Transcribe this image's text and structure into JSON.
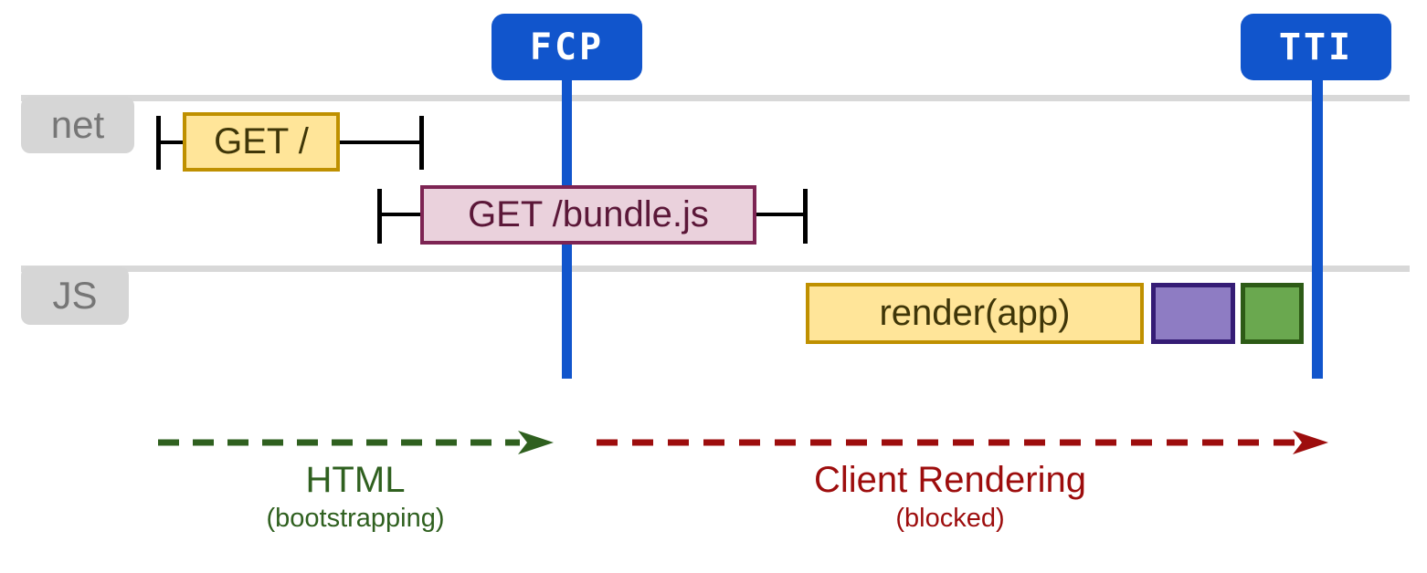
{
  "badges": {
    "fcp": "FCP",
    "tti": "TTI"
  },
  "lanes": {
    "net": "net",
    "js": "JS"
  },
  "bars": {
    "get_root": "GET /",
    "get_bundle": "GET /bundle.js",
    "render_app": "render(app)"
  },
  "phases": {
    "html": {
      "title": "HTML",
      "subtitle": "(bootstrapping)"
    },
    "client": {
      "title": "Client Rendering",
      "subtitle": "(blocked)"
    }
  },
  "colors": {
    "metric_blue": "#1155cc",
    "lane_line_gray": "#d8d8d8",
    "lane_label_bg": "#d6d6d6",
    "lane_label_text": "#767676",
    "task_yellow_fill": "#ffe599",
    "task_yellow_border": "#bf9000",
    "request_pink_fill": "#ead1dc",
    "request_pink_border": "#7d2453",
    "task_purple_fill": "#8e7cc3",
    "task_purple_border": "#351c75",
    "task_green_fill": "#6aa84f",
    "task_green_border": "#2d5b16",
    "phase_html_green": "#2f601f",
    "phase_client_red": "#9d0d0d",
    "bracket_black": "#000000"
  },
  "icons": {
    "html_phase_arrow": "dashed-arrow-right",
    "client_phase_arrow": "dashed-arrow-right"
  }
}
